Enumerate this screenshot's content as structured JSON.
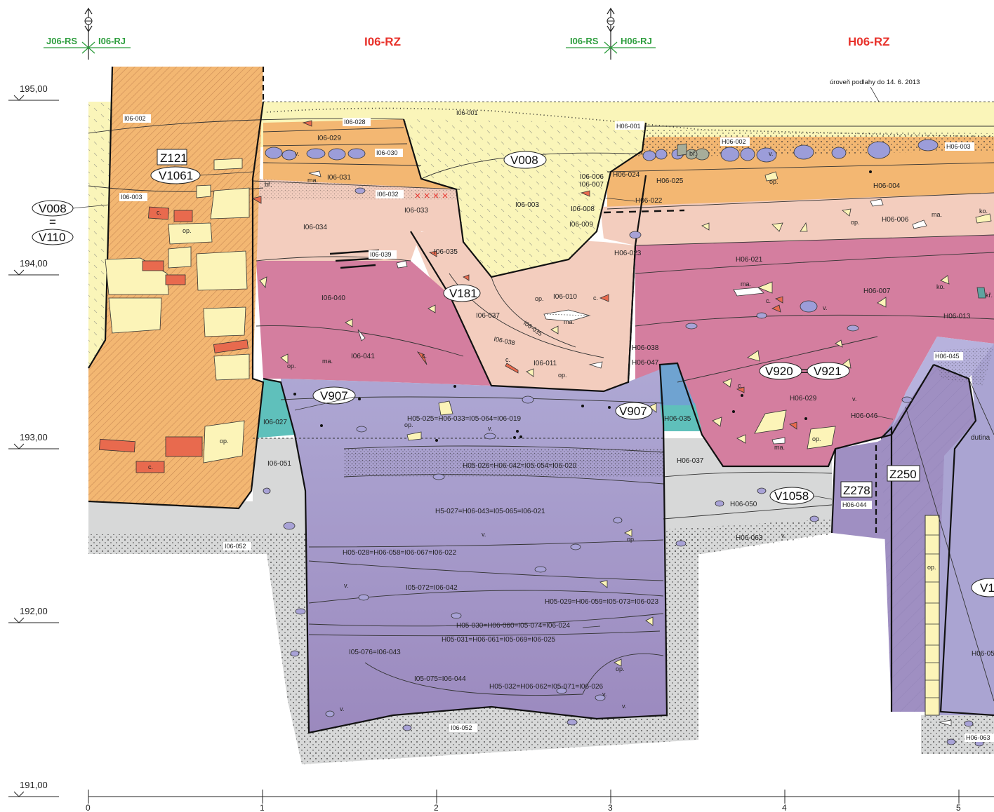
{
  "headers": {
    "red": [
      "I06-RZ",
      "H06-RZ"
    ],
    "sections": [
      {
        "left": "J06-RS",
        "right": "I06-RJ"
      },
      {
        "left": "I06-RS",
        "right": "H06-RJ"
      }
    ]
  },
  "note": "úroveň podlahy do 14. 6. 2013",
  "elevations": [
    "195,00",
    "194,00",
    "193,00",
    "192,00",
    "191,00"
  ],
  "scale_ticks": [
    "0",
    "1",
    "2",
    "3",
    "4",
    "5"
  ],
  "features": {
    "z121": "Z121",
    "v1061": "V1061",
    "v008": "V008",
    "v008b": "V008",
    "eq": "=",
    "v110": "V110",
    "v181": "V181",
    "v907a": "V907",
    "v907b": "V907",
    "v920": "V920",
    "eq2": "=",
    "v921": "V921",
    "v1058": "V1058",
    "z278": "Z278",
    "z250": "Z250",
    "v1": "V1"
  },
  "layers": {
    "I06_002": "I06-002",
    "I06_003a": "I06-003",
    "I06_001": "I06-001",
    "I06_028": "I06-028",
    "I06_029": "I06-029",
    "I06_030": "I06-030",
    "I06_031": "I06-031",
    "I06_032": "I06-032",
    "I06_033": "I06-033",
    "I06_034": "I06-034",
    "I06_003b": "I06-003",
    "I06_035": "I06-035",
    "I06_039": "I06-039",
    "I06_040": "I06-040",
    "I06_041": "I06-041",
    "I06_010": "I06-010",
    "I06_037": "I06-037",
    "I06_036": "I06-035",
    "I06_038": "I06-038",
    "I06_011": "I06-011",
    "I06_027": "I06-027",
    "I06_051": "I06-051",
    "I06_052a": "I06-052",
    "I06_052b": "I06-052",
    "I06_006": "I06-006",
    "I06_007": "I06-007",
    "I06_008": "I06-008",
    "I06_009": "I06-009",
    "H06_001": "H06-001",
    "H06_002": "H06-002",
    "H06_003": "H06-003",
    "H06_024": "H06-024",
    "H06_025": "H06-025",
    "H06_004": "H06-004",
    "H06_022": "H06-022",
    "H06_006": "H06-006",
    "H06_023": "H06-023",
    "H06_021": "H06-021",
    "H06_007": "H06-007",
    "H06_013": "H06-013",
    "H06_038": "H06-038",
    "H06_047": "H06-047",
    "H06_045": "H06-045",
    "H06_029": "H06-029",
    "H06_046": "H06-046",
    "H06_035": "H06-035",
    "H06_037": "H06-037",
    "H06_050": "H06-050",
    "H06_063a": "H06-063",
    "H06_044": "H06-044",
    "H06_063b": "H06-063",
    "H06_05x": "H06-05",
    "eq1": "H05-025=H06-033=I05-064=I06-019",
    "eq2": "H05-026=H06-042=I05-054=I06-020",
    "eq3": "H5-027=H06-043=I05-065=I06-021",
    "eq4": "H05-028=H06-058=I06-067=I06-022",
    "eq5": "I05-072=I06-042",
    "eq6": "H05-029=H06-059=I05-073=I06-023",
    "eq7": "H05-030=H06-060=I05-074=I06-024",
    "eq8": "H05-031=H06-061=I05-069=I06-025",
    "eq9": "I05-076=I06-043",
    "eq10": "I05-075=I06-044",
    "eq11": "H05-032=H06-062=I05-071=I06-026",
    "dutina": "dutina"
  },
  "inclusions": {
    "c1": "c.",
    "c2": "c.",
    "c3": "c.",
    "c4": "c.",
    "c5": "c.",
    "c6": "c.",
    "c7": "c.",
    "op1": "op.",
    "op2": "op.",
    "op3": "op.",
    "op4": "op.",
    "op5": "op.",
    "op6": "op.",
    "op7": "op.",
    "op8": "op.",
    "op9": "op.",
    "op10": "op.",
    "op11": "op.",
    "op12": "op.",
    "ma1": "ma.",
    "ma2": "ma.",
    "ma3": "ma.",
    "ma4": "ma.",
    "ma5": "ma.",
    "ma6": "ma.",
    "v1": "v.",
    "v2": "v.",
    "v3": "v.",
    "v4": "v.",
    "v5": "v.",
    "v6": "v.",
    "v7": "v.",
    "v8": "v.",
    "v9": "v.",
    "v10": "v.",
    "v11": "v.",
    "br1": "bř.",
    "br2": "bř.",
    "ko1": "ko.",
    "ko2": "ko.",
    "kr1": "kř."
  },
  "colors": {
    "cream": "#faf5b9",
    "orange": "#f3b772",
    "salmon": "#f3cdbe",
    "magenta": "#d47e9f",
    "purple_light": "#aaa4d2",
    "purple_dark": "#9f8fc2",
    "grey": "#d7d8d8",
    "teal": "#5fc0bb",
    "blue": "#6fa3d1",
    "brick": "#e86a4e",
    "stone": "#fcf4b8",
    "pebble": "#9c9dd9",
    "header_red": "#e8322b",
    "header_green": "#2e9e3e"
  }
}
